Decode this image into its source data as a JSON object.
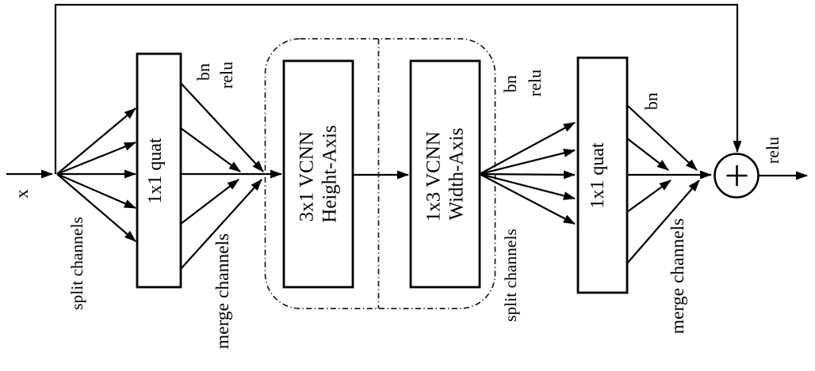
{
  "colors": {
    "ink": "#000000",
    "background": "#ffffff"
  },
  "input": {
    "label": "x"
  },
  "stage1": {
    "split_label": "split channels",
    "conv_label": "1x1 quat",
    "post_norm": "bn",
    "post_act": "relu",
    "merge_label": "merge channels"
  },
  "vcnn": {
    "height_box": {
      "line1": "3x1 VCNN",
      "line2": "Height-Axis"
    },
    "width_box": {
      "line1": "1x3 VCNN",
      "line2": "Width-Axis"
    },
    "post_norm": "bn",
    "post_act": "relu"
  },
  "stage2": {
    "split_label": "split channels",
    "conv_label": "1x1 quat",
    "post_norm": "bn",
    "merge_label": "merge channels"
  },
  "output": {
    "plus_icon": "+",
    "activation": "relu"
  }
}
